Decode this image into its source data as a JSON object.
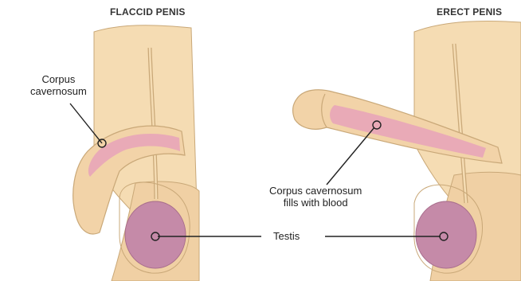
{
  "titles": {
    "flaccid": "FLACCID PENIS",
    "erect": "ERECT PENIS"
  },
  "labels": {
    "corpus_line1": "Corpus",
    "corpus_line2": "cavernosum",
    "fills_line1": "Corpus cavernosum",
    "fills_line2": "fills with blood",
    "testis": "Testis"
  },
  "colors": {
    "skin": "#f5dcb3",
    "skin_shadow": "#e8c594",
    "outline": "#c9a878",
    "tissue": "#e8a5b8",
    "testis": "#c58aa8",
    "leader": "#222222"
  }
}
